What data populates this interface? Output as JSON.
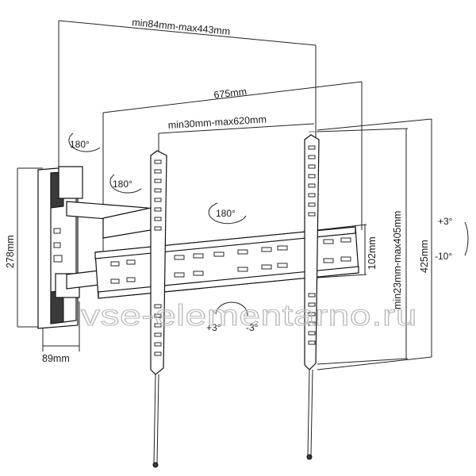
{
  "dimensions": {
    "arm_extension": "min84mm-max443mm",
    "rail_width": "675mm",
    "vertical_spacing": "min30mm-max620mm",
    "wall_plate_height": "278mm",
    "wall_plate_depth": "89mm",
    "rail_height": "102mm",
    "vertical_range": "min23mm-max405mm",
    "total_height": "425mm"
  },
  "rotations": {
    "arm_joint_top": "180°",
    "arm_joint_mid": "180°",
    "rail_swivel": "180°"
  },
  "tilt": {
    "up": "+3°",
    "down": "-10°"
  },
  "level": {
    "left": "+3°",
    "right": "-3°"
  },
  "watermark": "vse-elementarno.ru"
}
